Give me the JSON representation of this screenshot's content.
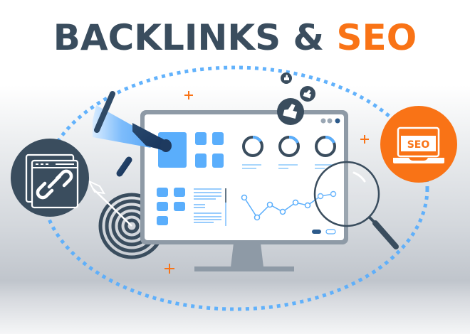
{
  "title": {
    "main": "BACKLINKS & ",
    "accent": "SEO"
  },
  "seo_badge": {
    "label": "SEO"
  },
  "colors": {
    "dark": "#3a4d5e",
    "accent_orange": "#f97316",
    "blue": "#5aaefc",
    "light_blue": "#8cc8fb",
    "monitor_frame": "#8e9aa6",
    "navy": "#1e3a5f"
  },
  "icons": [
    "megaphone-icon",
    "link-browser-icon",
    "target-icon",
    "arrow-icon",
    "thumbs-up-icon",
    "seo-laptop-icon",
    "magnifying-glass-icon",
    "monitor-icon",
    "donut-chart-icon",
    "line-chart-icon",
    "plus-icon"
  ]
}
